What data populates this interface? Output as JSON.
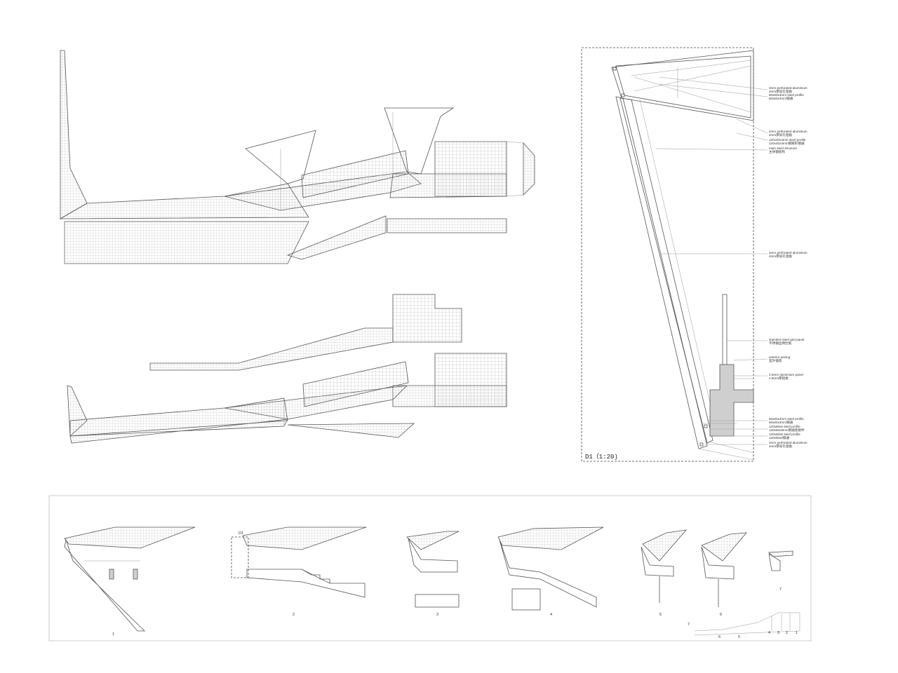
{
  "detail": {
    "title": "D1（1:20)",
    "annotations": [
      {
        "en": "4mm perforated aluminium",
        "cn": "4mm厚穿孔铝板"
      },
      {
        "en": "60x60x4mm steel profile",
        "cn": "60x60x4mm钢通"
      },
      {
        "en": "4mm perforated aluminium",
        "cn": "4mm厚穿孔铝板"
      },
      {
        "en": "120x40x4mm steel profile",
        "cn": "120x40x4mm钢矩形钢通"
      },
      {
        "en": "main steel structure",
        "cn": "主体钢结构"
      },
      {
        "en": "4mm perforated aluminium",
        "cn": "4mm厚穿孔铝板"
      },
      {
        "en": "stainless steel grid panel",
        "cn": "不锈钢丝网拦板"
      },
      {
        "en": "exterior paving",
        "cn": "室外铺装"
      },
      {
        "en": "2.5mm aluminium panel",
        "cn": "2.5mm厚铝板"
      },
      {
        "en": "60x60x4mm steel profile",
        "cn": "60x60x4mm钢通"
      },
      {
        "en": "120x60x6 steel profile",
        "cn": "120x60x6mm钢通连接件"
      },
      {
        "en": "120x60x6 steel profile",
        "cn": "120x60x6钢通"
      },
      {
        "en": "4mm perforated aluminium",
        "cn": "4mm厚穿孔铝板"
      }
    ]
  },
  "sections": {
    "labels": [
      "1",
      "2",
      "3",
      "4",
      "5",
      "6",
      "7"
    ],
    "d1_marker": "D1",
    "key_plan_labels": [
      "7",
      "6",
      "5",
      "4",
      "3",
      "2",
      "1"
    ]
  }
}
